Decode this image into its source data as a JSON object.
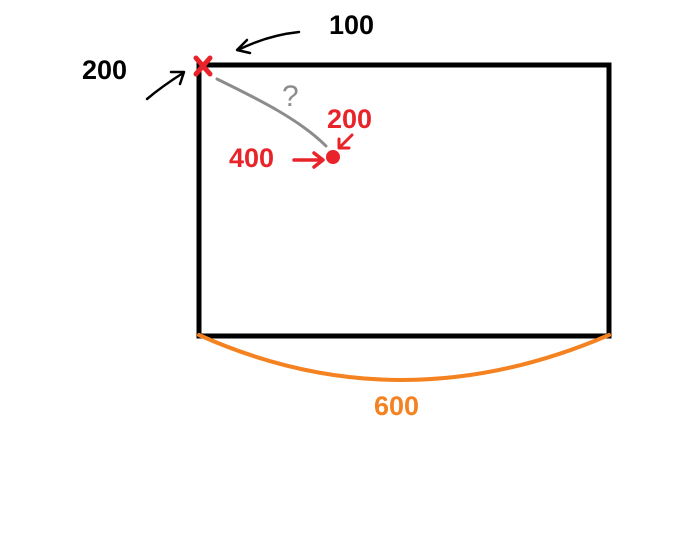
{
  "labels": {
    "corner_left": "200",
    "corner_top": "100",
    "point_top": "200",
    "point_left": "400",
    "question": "?",
    "width": "600"
  },
  "colors": {
    "black": "#000000",
    "red": "#e8232a",
    "gray": "#8c8c8c",
    "orange": "#f58220",
    "background": "#ffffff"
  }
}
